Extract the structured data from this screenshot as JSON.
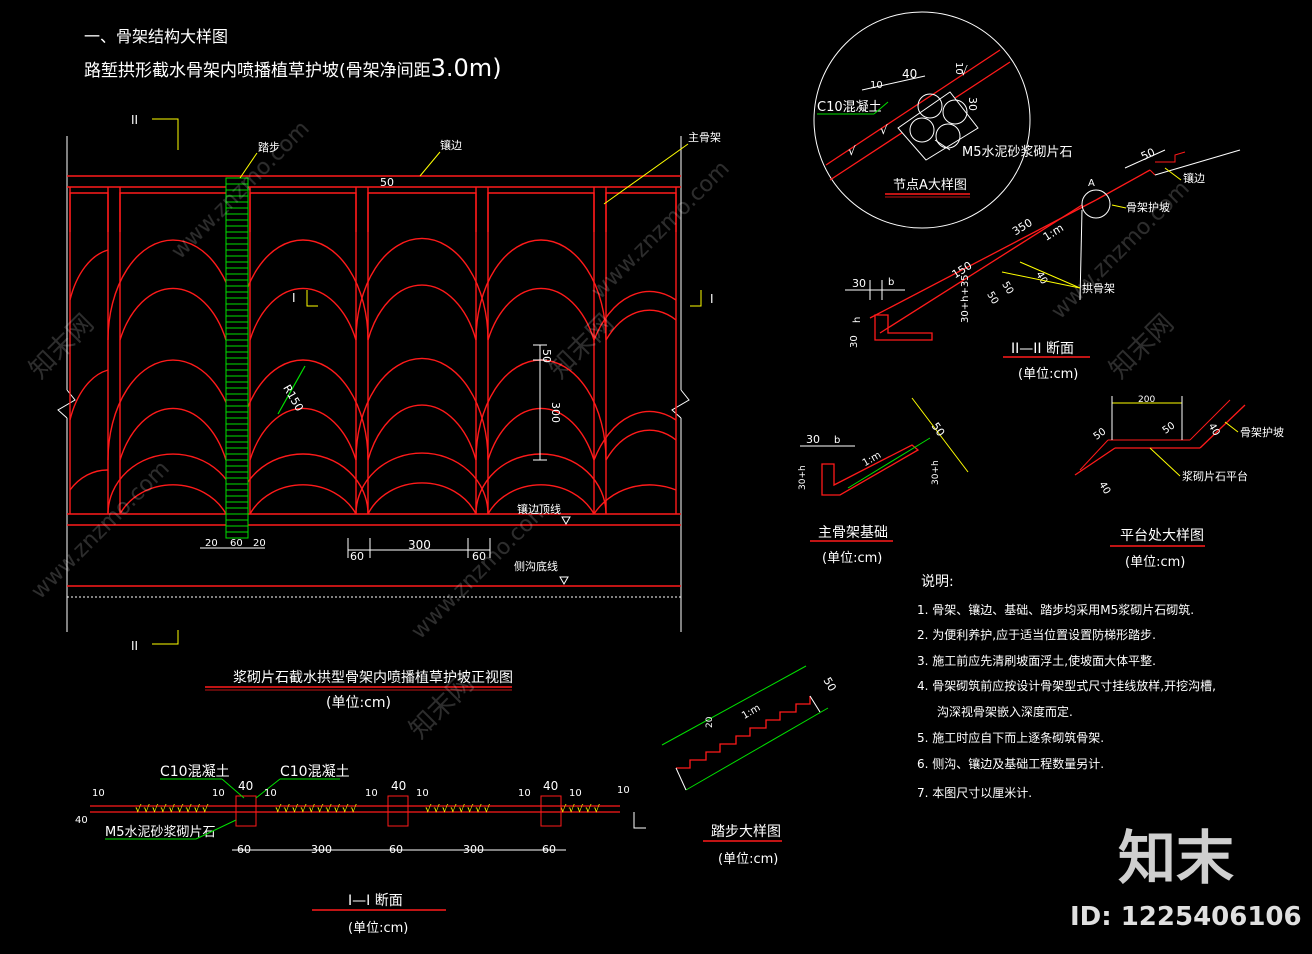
{
  "header": {
    "section_title": "一、骨架结构大样图",
    "main_title_cn": "路堑拱形截水骨架内喷播植草护坡",
    "main_title_paren": "(骨架净间距",
    "main_title_big": "3.0m)"
  },
  "elevation": {
    "label_step": "踏步",
    "label_edge": "镶边",
    "label_main_frame": "主骨架",
    "dim_top": "50",
    "label_R": "R150",
    "dim_50": "50",
    "dim_300_v": "300",
    "label_edge_top": "镶边顶线",
    "label_ditch_bottom": "侧沟底线",
    "dim_20a": "20",
    "dim_60": "60",
    "dim_20b": "20",
    "dim_60a": "60",
    "dim_300": "300",
    "dim_60b": "60",
    "section_II": "II",
    "section_I": "I",
    "caption": "浆砌片石截水拱型骨架内喷播植草护坡正视图",
    "unit": "(单位:cm)"
  },
  "node_A": {
    "label_c10": "C10混凝土",
    "label_m5": "M5水泥砂浆砌片石",
    "d10a": "10",
    "d40": "40",
    "d10b": "10",
    "d30": "30",
    "caption": "节点A大样图"
  },
  "section_II_view": {
    "d50": "50",
    "label_edge": "镶边",
    "label_A": "A",
    "label_skeleton_slope": "骨架护坡",
    "d350": "350",
    "slope": "1:m",
    "d150": "150",
    "d40": "40",
    "d50b": "50",
    "d50c": "50",
    "label_arch_frame": "拱骨架",
    "d30": "30",
    "d_b": "b",
    "d_h": "h",
    "d30b": "30",
    "d_30h35": "30+h+35",
    "caption": "II—II 断面",
    "unit": "(单位:cm)"
  },
  "main_found": {
    "d30": "30",
    "d_b": "b",
    "d50": "50",
    "slope": "1:m",
    "d_30h": "30+h",
    "d_30h_l": "30+h",
    "caption": "主骨架基础",
    "unit": "(单位:cm)"
  },
  "platform": {
    "d200": "200",
    "d50a": "50",
    "d50b": "50",
    "d40a": "40",
    "d40b": "40",
    "label_skeleton_slope": "骨架护坡",
    "label_platform": "浆砌片石平台",
    "caption": "平台处大样图",
    "unit": "(单位:cm)"
  },
  "notes": {
    "heading": "说明:",
    "items": [
      "1. 骨架、镶边、基础、踏步均采用M5浆砌片石砌筑.",
      "2. 为便利养护,应于适当位置设置防梯形踏步.",
      "3. 施工前应先清刷坡面浮土,使坡面大体平整.",
      "4. 骨架砌筑前应按设计骨架型式尺寸挂线放样,开挖沟槽,",
      "沟深视骨架嵌入深度而定.",
      "5. 施工时应自下而上逐条砌筑骨架.",
      "6. 侧沟、镶边及基础工程数量另计.",
      "7. 本图尺寸以厘米计."
    ]
  },
  "section_I_view": {
    "label_c10a": "C10混凝土",
    "label_c10b": "C10混凝土",
    "label_m5": "M5水泥砂浆砌片石",
    "d10": "10",
    "d40": "40",
    "d60": "60",
    "d300": "300",
    "caption": "I—I 断面",
    "unit": "(单位:cm)"
  },
  "step_detail": {
    "d20": "20",
    "slope": "1:m",
    "d50": "50",
    "caption": "踏步大样图",
    "unit": "(单位:cm)"
  },
  "watermark": {
    "site": "www.znzmo.com",
    "cn": "知末网",
    "logo": "知末",
    "id": "ID: 1225406106"
  },
  "colors": {
    "background": "#000000",
    "frame_line": "#ff1a1a",
    "text": "#ffffff",
    "dimension": "#ffff00",
    "leader": "#00ff00",
    "step_hatch": "#00e000"
  }
}
